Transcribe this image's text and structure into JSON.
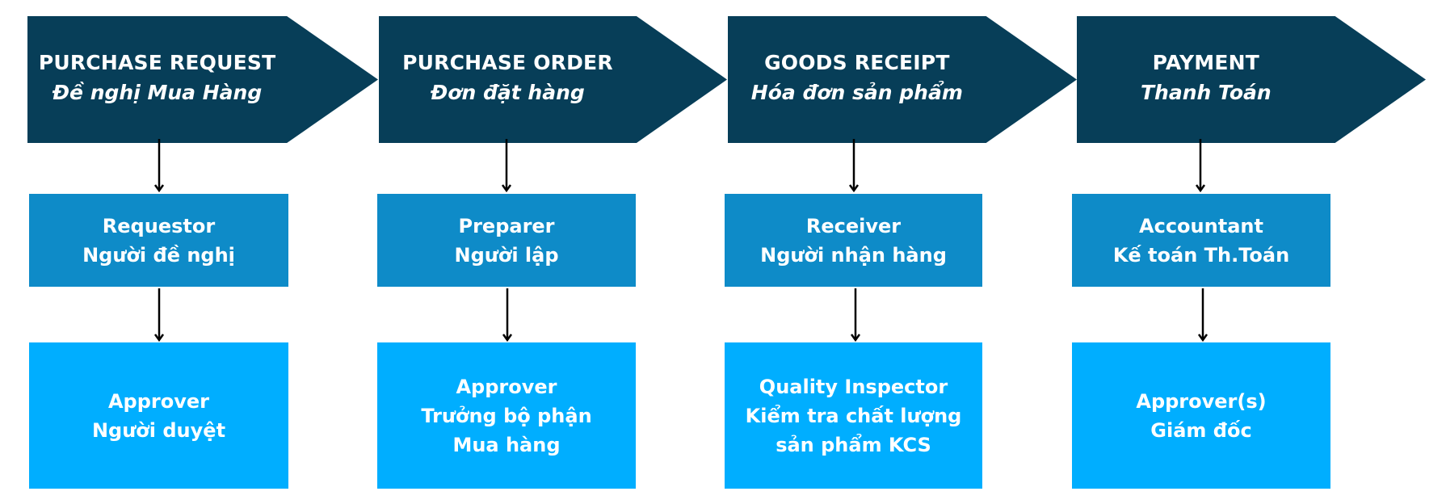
{
  "diagram": {
    "colors": {
      "stage": "#073e58",
      "role": "#0e8bc8",
      "approver": "#00aeff",
      "text": "#ffffff",
      "connector": "#000000"
    },
    "stages": [
      {
        "title": "PURCHASE REQUEST",
        "subtitle": "Đề nghị Mua Hàng",
        "role": [
          "Requestor",
          "Người đề nghị"
        ],
        "approver": [
          "Approver",
          "Người duyệt"
        ]
      },
      {
        "title": "PURCHASE ORDER",
        "subtitle": "Đơn đặt hàng",
        "role": [
          "Preparer",
          "Người lập"
        ],
        "approver": [
          "Approver",
          "Trưởng bộ phận",
          "Mua hàng"
        ]
      },
      {
        "title": "GOODS RECEIPT",
        "subtitle": "Hóa đơn sản phẩm",
        "role": [
          "Receiver",
          "Người nhận hàng"
        ],
        "approver": [
          "Quality Inspector",
          "Kiểm tra chất lượng",
          "sản phẩm KCS"
        ]
      },
      {
        "title": "PAYMENT",
        "subtitle": "Thanh Toán",
        "role": [
          "Accountant",
          "Kế toán Th.Toán"
        ],
        "approver": [
          "Approver(s)",
          "Giám đốc"
        ]
      }
    ]
  }
}
